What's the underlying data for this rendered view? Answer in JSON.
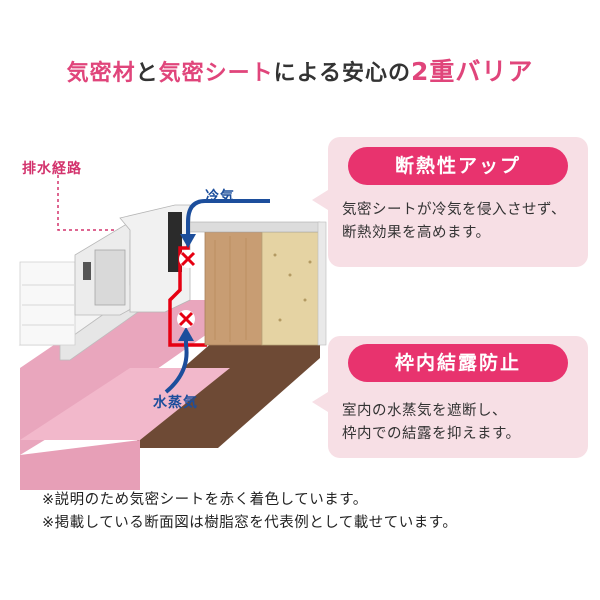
{
  "title": {
    "part1": "気密材",
    "part2": "と",
    "part3": "気密シート",
    "part4": "による安心の",
    "part5": "2重バリア"
  },
  "drain_label": "排水経路",
  "flows": {
    "cold_air": "冷気",
    "water_vapor": "水蒸気"
  },
  "features": [
    {
      "tag": "断熱性アップ",
      "line1": "気密シートが冷気を侵入させず、",
      "line2": "断熱効果を高めます。"
    },
    {
      "tag": "枠内結露防止",
      "line1": "室内の水蒸気を遮断し、",
      "line2": "枠内での結露を抑えます。"
    }
  ],
  "notes": {
    "line1": "※説明のため気密シートを赤く着色しています。",
    "line2": "※掲載している断面図は樹脂窓を代表例として載せています。"
  },
  "colors": {
    "accent_pink": "#e8336e",
    "box_bg": "#f7dfe5",
    "arrow_blue": "#1c4e9c",
    "seal_red": "#e60012"
  }
}
